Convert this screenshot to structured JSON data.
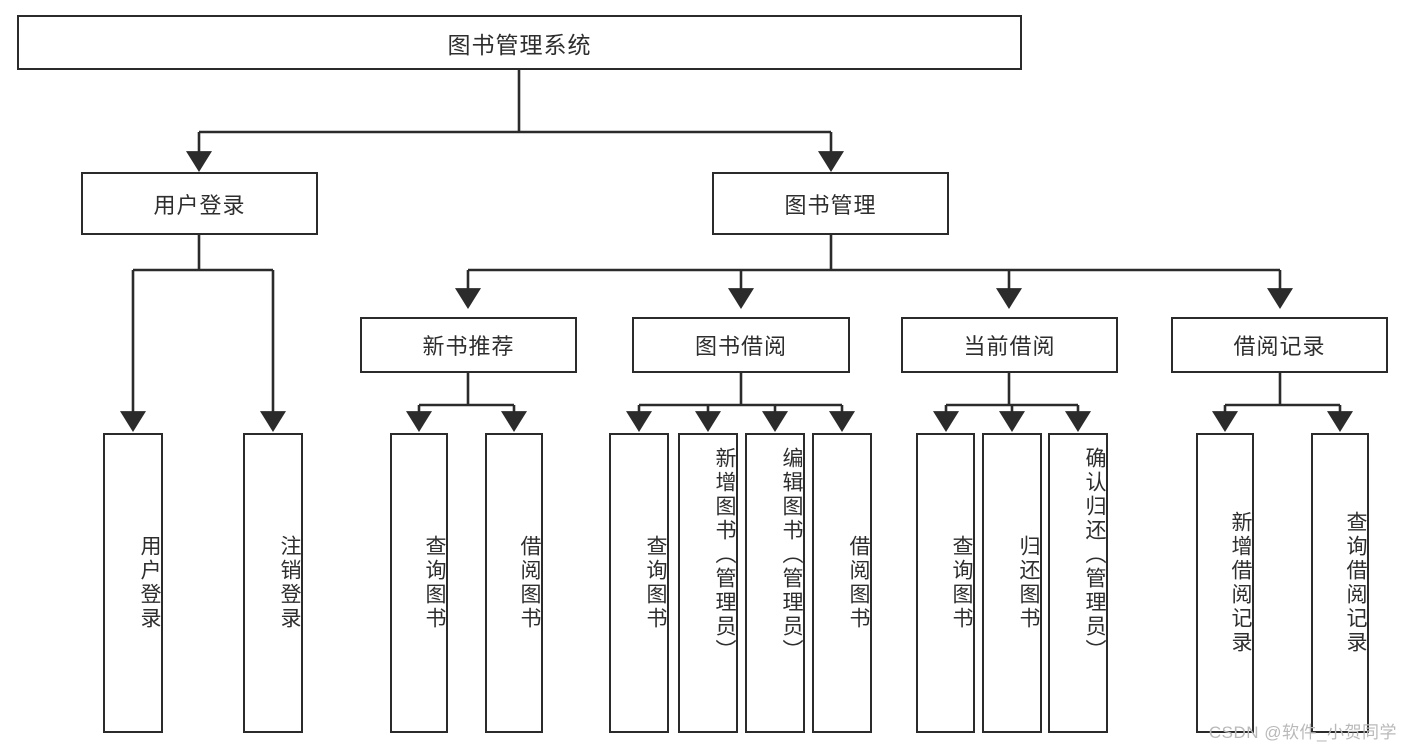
{
  "diagram": {
    "type": "tree-hierarchy",
    "title": "图书管理系统",
    "root": {
      "id": "root",
      "label": "图书管理系统",
      "level": 0
    },
    "level1": [
      {
        "id": "user-login",
        "label": "用户登录"
      },
      {
        "id": "book-manage",
        "label": "图书管理"
      }
    ],
    "level2": [
      {
        "id": "new-book-recommend",
        "label": "新书推荐",
        "parent": "book-manage"
      },
      {
        "id": "book-borrow",
        "label": "图书借阅",
        "parent": "book-manage"
      },
      {
        "id": "current-borrow",
        "label": "当前借阅",
        "parent": "book-manage"
      },
      {
        "id": "borrow-record",
        "label": "借阅记录",
        "parent": "book-manage"
      }
    ],
    "leaves": [
      {
        "id": "leaf-user-login",
        "label": "用户登录",
        "parent": "user-login"
      },
      {
        "id": "leaf-logout",
        "label": "注销登录",
        "parent": "user-login"
      },
      {
        "id": "leaf-query-book-1",
        "label": "查询图书",
        "parent": "new-book-recommend"
      },
      {
        "id": "leaf-borrow-book-1",
        "label": "借阅图书",
        "parent": "new-book-recommend"
      },
      {
        "id": "leaf-query-book-2",
        "label": "查询图书",
        "parent": "book-borrow"
      },
      {
        "id": "leaf-add-book",
        "label": "新增图书（管理员）",
        "parent": "book-borrow"
      },
      {
        "id": "leaf-edit-book",
        "label": "编辑图书（管理员）",
        "parent": "book-borrow"
      },
      {
        "id": "leaf-borrow-book-2",
        "label": "借阅图书",
        "parent": "book-borrow"
      },
      {
        "id": "leaf-query-book-3",
        "label": "查询图书",
        "parent": "current-borrow"
      },
      {
        "id": "leaf-return-book",
        "label": "归还图书",
        "parent": "current-borrow"
      },
      {
        "id": "leaf-confirm-return",
        "label": "确认归还（管理员）",
        "parent": "current-borrow"
      },
      {
        "id": "leaf-add-record",
        "label": "新增借阅记录",
        "parent": "borrow-record"
      },
      {
        "id": "leaf-query-record",
        "label": "查询借阅记录",
        "parent": "borrow-record"
      }
    ],
    "colors": {
      "border": "#2b2b2b",
      "text": "#2e2e2e",
      "background": "#ffffff",
      "connector": "#2b2b2b",
      "watermark": "#b9b9b9"
    }
  },
  "watermark": {
    "text": "CSDN @软件_小贺同学"
  }
}
